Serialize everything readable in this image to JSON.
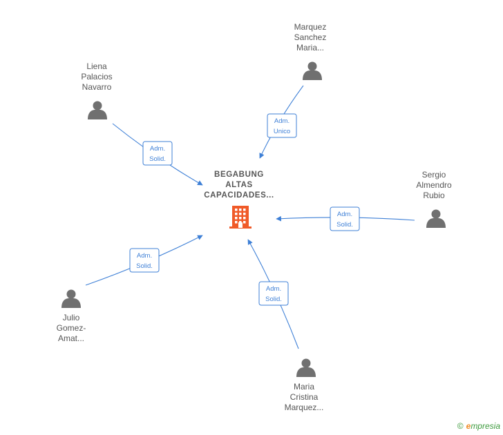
{
  "center": {
    "name": "center-company",
    "lines": [
      "BEGABUNG",
      "ALTAS",
      "CAPACIDADES..."
    ],
    "icon": "building-icon",
    "color": "#f05a28"
  },
  "people": [
    {
      "name": "person-liena",
      "lines": [
        "Liena",
        "Palacios",
        "Navarro"
      ],
      "role": [
        "Adm.",
        "Solid."
      ]
    },
    {
      "name": "person-marquez-sanchez",
      "lines": [
        "Marquez",
        "Sanchez",
        "Maria..."
      ],
      "role": [
        "Adm.",
        "Unico"
      ]
    },
    {
      "name": "person-sergio",
      "lines": [
        "Sergio",
        "Almendro",
        "Rubio"
      ],
      "role": [
        "Adm.",
        "Solid."
      ]
    },
    {
      "name": "person-julio",
      "lines": [
        "Julio",
        "Gomez-",
        "Amat..."
      ],
      "role": [
        "Adm.",
        "Solid."
      ]
    },
    {
      "name": "person-maria-cristina",
      "lines": [
        "Maria",
        "Cristina",
        "Marquez..."
      ],
      "role": [
        "Adm.",
        "Solid."
      ]
    }
  ],
  "footer": {
    "copyright": "©",
    "brand_initial": "e",
    "brand_rest": "mpresia"
  },
  "colors": {
    "edge": "#3d7fd6",
    "person": "#707070",
    "company": "#f05a28"
  }
}
